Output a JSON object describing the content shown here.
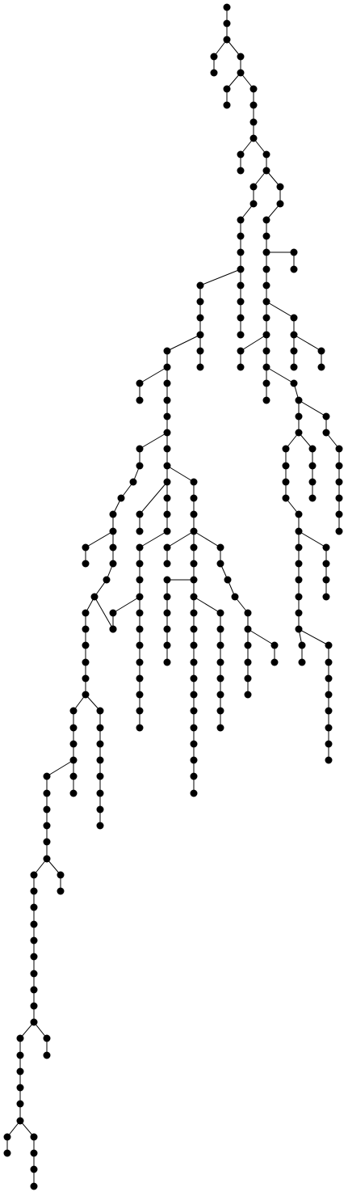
{
  "diagram": {
    "type": "tree",
    "colors": {
      "node": "#000000",
      "edge": "#000000",
      "background": "#ffffff"
    },
    "root": 1,
    "nodes": [
      {
        "id": 1,
        "p": null
      },
      {
        "id": 2,
        "p": 1
      },
      {
        "id": 3,
        "p": 2
      },
      {
        "id": 4,
        "p": 3
      },
      {
        "id": 5,
        "p": 4
      },
      {
        "id": 6,
        "p": 3
      },
      {
        "id": 7,
        "p": 6
      },
      {
        "id": 8,
        "p": 7
      },
      {
        "id": 9,
        "p": 8
      },
      {
        "id": 10,
        "p": 7
      },
      {
        "id": 11,
        "p": 10
      },
      {
        "id": 12,
        "p": 11
      },
      {
        "id": 13,
        "p": 12
      },
      {
        "id": 14,
        "p": 13
      },
      {
        "id": 15,
        "p": 14
      },
      {
        "id": 16,
        "p": 14
      },
      {
        "id": 17,
        "p": 16
      },
      {
        "id": 18,
        "p": 17
      },
      {
        "id": 19,
        "p": 17
      },
      {
        "id": 20,
        "p": 18
      },
      {
        "id": 21,
        "p": 20
      },
      {
        "id": 22,
        "p": 21
      },
      {
        "id": 23,
        "p": 22
      },
      {
        "id": 24,
        "p": 23
      },
      {
        "id": 25,
        "p": 24
      },
      {
        "id": 26,
        "p": 25
      },
      {
        "id": 27,
        "p": 26
      },
      {
        "id": 28,
        "p": 27
      },
      {
        "id": 29,
        "p": 25
      },
      {
        "id": 30,
        "p": 29
      },
      {
        "id": 31,
        "p": 30
      },
      {
        "id": 32,
        "p": 31
      },
      {
        "id": 33,
        "p": 32
      },
      {
        "id": 34,
        "p": 33
      },
      {
        "id": 35,
        "p": 33
      },
      {
        "id": 36,
        "p": 35
      },
      {
        "id": 37,
        "p": 36
      },
      {
        "id": 38,
        "p": 37
      },
      {
        "id": 39,
        "p": 38
      },
      {
        "id": 40,
        "p": 39
      },
      {
        "id": 41,
        "p": 40
      },
      {
        "id": 42,
        "p": 41
      },
      {
        "id": 43,
        "p": 42
      },
      {
        "id": 44,
        "p": 43
      },
      {
        "id": 45,
        "p": 44
      },
      {
        "id": 46,
        "p": 45
      },
      {
        "id": 47,
        "p": 46
      },
      {
        "id": 48,
        "p": 46
      },
      {
        "id": 49,
        "p": 48
      },
      {
        "id": 50,
        "p": 49
      },
      {
        "id": 51,
        "p": 50
      },
      {
        "id": 52,
        "p": 51
      },
      {
        "id": 53,
        "p": 52
      },
      {
        "id": 54,
        "p": 53
      },
      {
        "id": 55,
        "p": 54
      },
      {
        "id": 56,
        "p": 54
      },
      {
        "id": 57,
        "p": 56
      },
      {
        "id": 58,
        "p": 57
      },
      {
        "id": 59,
        "p": 58
      },
      {
        "id": 60,
        "p": 59
      },
      {
        "id": 61,
        "p": 60
      },
      {
        "id": 62,
        "p": 61
      },
      {
        "id": 63,
        "p": 62
      },
      {
        "id": 64,
        "p": 63
      },
      {
        "id": 65,
        "p": 64
      },
      {
        "id": 66,
        "p": 64
      },
      {
        "id": 67,
        "p": 66
      },
      {
        "id": 68,
        "p": 67
      },
      {
        "id": 69,
        "p": 68
      },
      {
        "id": 70,
        "p": 69
      },
      {
        "id": 71,
        "p": 70
      },
      {
        "id": 72,
        "p": 70
      },
      {
        "id": 73,
        "p": 72
      },
      {
        "id": 74,
        "p": 73
      },
      {
        "id": 75,
        "p": 20
      },
      {
        "id": 76,
        "p": 75
      },
      {
        "id": 77,
        "p": 76
      },
      {
        "id": 78,
        "p": 77
      },
      {
        "id": 79,
        "p": 78
      },
      {
        "id": 80,
        "p": 79
      },
      {
        "id": 81,
        "p": 79
      },
      {
        "id": 82,
        "p": 81
      },
      {
        "id": 83,
        "p": 82
      },
      {
        "id": 84,
        "p": 83
      },
      {
        "id": 85,
        "p": 84
      },
      {
        "id": 86,
        "p": 85
      },
      {
        "id": 87,
        "p": 85
      },
      {
        "id": 88,
        "p": 87
      },
      {
        "id": 89,
        "p": 88
      },
      {
        "id": 90,
        "p": 89
      },
      {
        "id": 91,
        "p": 89
      },
      {
        "id": 92,
        "p": 91
      },
      {
        "id": 93,
        "p": 92
      },
      {
        "id": 94,
        "p": 93
      },
      {
        "id": 95,
        "p": 94
      },
      {
        "id": 96,
        "p": 95
      },
      {
        "id": 97,
        "p": 96
      },
      {
        "id": 98,
        "p": 97
      },
      {
        "id": 99,
        "p": 91
      },
      {
        "id": 100,
        "p": 99
      },
      {
        "id": 101,
        "p": 100
      },
      {
        "id": 102,
        "p": 101
      },
      {
        "id": 103,
        "p": 102
      },
      {
        "id": 104,
        "p": 103
      },
      {
        "id": 105,
        "p": 104
      },
      {
        "id": 106,
        "p": 105
      },
      {
        "id": 107,
        "p": 106
      },
      {
        "id": 108,
        "p": 48
      },
      {
        "id": 109,
        "p": 108
      },
      {
        "id": 110,
        "p": 109
      },
      {
        "id": 111,
        "p": 110
      },
      {
        "id": 112,
        "p": 110
      },
      {
        "id": 113,
        "p": 112
      },
      {
        "id": 114,
        "p": 113
      },
      {
        "id": 115,
        "p": 114
      },
      {
        "id": 116,
        "p": 115
      },
      {
        "id": 117,
        "p": 116
      },
      {
        "id": 118,
        "p": 117
      },
      {
        "id": 119,
        "p": 118
      },
      {
        "id": 120,
        "p": 119
      },
      {
        "id": 121,
        "p": 120
      },
      {
        "id": 122,
        "p": 109
      },
      {
        "id": 123,
        "p": 122
      },
      {
        "id": 124,
        "p": 123
      },
      {
        "id": 125,
        "p": 124
      },
      {
        "id": 126,
        "p": 125
      },
      {
        "id": 127,
        "p": 126
      },
      {
        "id": 128,
        "p": 126
      },
      {
        "id": 129,
        "p": 128
      },
      {
        "id": 130,
        "p": 129
      },
      {
        "id": 131,
        "p": 130
      },
      {
        "id": 132,
        "p": 128
      },
      {
        "id": 133,
        "p": 132
      },
      {
        "id": 134,
        "p": 133
      },
      {
        "id": 135,
        "p": 134
      },
      {
        "id": 136,
        "p": 135
      },
      {
        "id": 137,
        "p": 136
      },
      {
        "id": 138,
        "p": 137
      },
      {
        "id": 139,
        "p": 138
      },
      {
        "id": 140,
        "p": 139
      },
      {
        "id": 141,
        "p": 140
      },
      {
        "id": 142,
        "p": 141
      },
      {
        "id": 143,
        "p": 142
      },
      {
        "id": 144,
        "p": 134
      },
      {
        "id": 145,
        "p": 144
      },
      {
        "id": 146,
        "p": 145
      },
      {
        "id": 147,
        "p": 146
      },
      {
        "id": 148,
        "p": 147
      },
      {
        "id": 149,
        "p": 148
      },
      {
        "id": 150,
        "p": 149
      },
      {
        "id": 151,
        "p": 127
      },
      {
        "id": 152,
        "p": 151
      },
      {
        "id": 153,
        "p": 152
      },
      {
        "id": 154,
        "p": 153
      },
      {
        "id": 155,
        "p": 154
      },
      {
        "id": 156,
        "p": 155
      },
      {
        "id": 157,
        "p": 156
      },
      {
        "id": 158,
        "p": 157
      },
      {
        "id": 159,
        "p": 156
      },
      {
        "id": 160,
        "p": 18
      },
      {
        "id": 161,
        "p": 160
      },
      {
        "id": 162,
        "p": 161
      },
      {
        "id": 163,
        "p": 162
      },
      {
        "id": 164,
        "p": 162
      },
      {
        "id": 165,
        "p": 164
      },
      {
        "id": 166,
        "p": 165
      },
      {
        "id": 167,
        "p": 166
      },
      {
        "id": 168,
        "p": 167
      },
      {
        "id": 169,
        "p": 168
      },
      {
        "id": 170,
        "p": 169
      },
      {
        "id": 171,
        "p": 170
      },
      {
        "id": 172,
        "p": 171
      },
      {
        "id": 173,
        "p": 172
      },
      {
        "id": 174,
        "p": 171
      },
      {
        "id": 175,
        "p": 174
      },
      {
        "id": 176,
        "p": 175
      },
      {
        "id": 177,
        "p": 175
      },
      {
        "id": 178,
        "p": 177
      },
      {
        "id": 179,
        "p": 178
      },
      {
        "id": 180,
        "p": 179
      },
      {
        "id": 181,
        "p": 180
      },
      {
        "id": 182,
        "p": 181
      },
      {
        "id": 183,
        "p": 182
      },
      {
        "id": 184,
        "p": 183
      },
      {
        "id": 185,
        "p": 184
      },
      {
        "id": 186,
        "p": 185
      },
      {
        "id": 187,
        "p": 185
      },
      {
        "id": 188,
        "p": 187
      },
      {
        "id": 189,
        "p": 188
      },
      {
        "id": 190,
        "p": 189
      },
      {
        "id": 191,
        "p": 190
      },
      {
        "id": 192,
        "p": 191
      },
      {
        "id": 193,
        "p": 192
      },
      {
        "id": 194,
        "p": 193
      },
      {
        "id": 195,
        "p": 194
      },
      {
        "id": 196,
        "p": 195
      },
      {
        "id": 197,
        "p": 196
      },
      {
        "id": 198,
        "p": 197
      },
      {
        "id": 199,
        "p": 198
      },
      {
        "id": 200,
        "p": 170
      },
      {
        "id": 201,
        "p": 200
      },
      {
        "id": 202,
        "p": 201
      },
      {
        "id": 203,
        "p": 202
      },
      {
        "id": 204,
        "p": 173
      },
      {
        "id": 205,
        "p": 204
      },
      {
        "id": 206,
        "p": 205
      },
      {
        "id": 207,
        "p": 206
      },
      {
        "id": 208,
        "p": 207
      },
      {
        "id": 209,
        "p": 208
      },
      {
        "id": 210,
        "p": 209
      },
      {
        "id": 211,
        "p": 210
      },
      {
        "id": 212,
        "p": 211
      },
      {
        "id": 213,
        "p": 167
      },
      {
        "id": 214,
        "p": 213
      },
      {
        "id": 215,
        "p": 166
      },
      {
        "id": 216,
        "p": 215
      },
      {
        "id": 217,
        "p": 165
      },
      {
        "id": 218,
        "p": 217
      },
      {
        "id": 219,
        "p": 218
      },
      {
        "id": 220,
        "p": 219
      },
      {
        "id": 221,
        "p": 220
      },
      {
        "id": 222,
        "p": 221
      },
      {
        "id": 223,
        "p": 222
      },
      {
        "id": 224,
        "p": 219
      },
      {
        "id": 225,
        "p": 224
      },
      {
        "id": 226,
        "p": 225
      },
      {
        "id": 227,
        "p": 226
      },
      {
        "id": 228,
        "p": 227
      },
      {
        "id": 229,
        "p": 228
      },
      {
        "id": 230,
        "p": 229
      },
      {
        "id": 231,
        "p": 230
      },
      {
        "id": 232,
        "p": 219
      },
      {
        "id": 233,
        "p": 232
      },
      {
        "id": 234,
        "p": 233
      },
      {
        "id": 235,
        "p": 234
      },
      {
        "id": 236,
        "p": 235
      },
      {
        "id": 237,
        "p": 236
      },
      {
        "id": 238,
        "p": 237
      },
      {
        "id": 239,
        "p": 238
      },
      {
        "id": 240,
        "p": 239
      },
      {
        "id": 241,
        "p": 240
      },
      {
        "id": 242,
        "p": 241
      },
      {
        "id": 243,
        "p": 242
      },
      {
        "id": 244,
        "p": 243
      },
      {
        "id": 245,
        "p": 244
      },
      {
        "id": 246,
        "p": 245
      },
      {
        "id": 247,
        "p": 233
      },
      {
        "id": 248,
        "p": 247
      },
      {
        "id": 249,
        "p": 248
      },
      {
        "id": 250,
        "p": 249
      },
      {
        "id": 251,
        "p": 250
      },
      {
        "id": 252,
        "p": 251
      },
      {
        "id": 253,
        "p": 252
      },
      {
        "id": 254,
        "p": 253
      },
      {
        "id": 255,
        "p": 218
      },
      {
        "id": 256,
        "p": 255
      },
      {
        "id": 257,
        "p": 256
      },
      {
        "id": 258,
        "p": 257
      },
      {
        "id": 259,
        "p": 258
      },
      {
        "id": 260,
        "p": 259
      },
      {
        "id": 261,
        "p": 260
      },
      {
        "id": 262,
        "p": 261
      },
      {
        "id": 263,
        "p": 262
      },
      {
        "id": 264,
        "p": 260
      },
      {
        "id": 265,
        "p": 264
      }
    ]
  }
}
